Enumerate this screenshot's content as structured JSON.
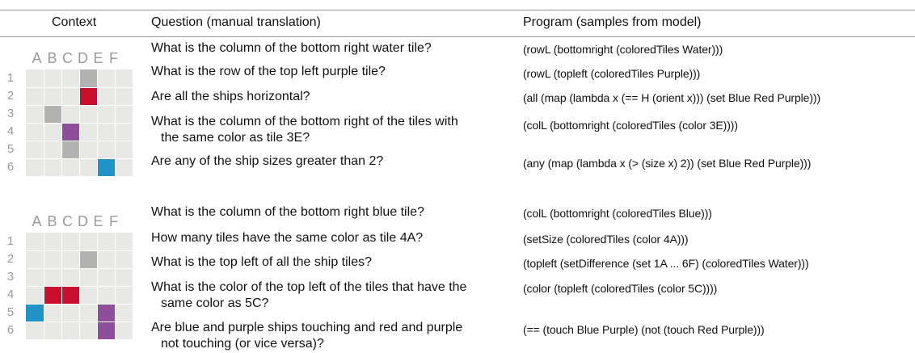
{
  "headers": {
    "context": "Context",
    "question": "Question (manual translation)",
    "program": "Program (samples from model)"
  },
  "colors": {
    "board": "#e8e8e6",
    "gray": "#b3b3b3",
    "red": "#c8102e",
    "purple": "#8e4e9a",
    "blue": "#1f92c6"
  },
  "columns": [
    "A",
    "B",
    "C",
    "D",
    "E",
    "F"
  ],
  "rows": [
    "1",
    "2",
    "3",
    "4",
    "5",
    "6"
  ],
  "boards": [
    {
      "tiles": [
        {
          "cell": "2D",
          "color": "red"
        },
        {
          "cell": "1D",
          "color": "gray"
        },
        {
          "cell": "3B",
          "color": "gray"
        },
        {
          "cell": "4C",
          "color": "purple"
        },
        {
          "cell": "5C",
          "color": "gray"
        },
        {
          "cell": "6E",
          "color": "blue"
        }
      ]
    },
    {
      "tiles": [
        {
          "cell": "2D",
          "color": "gray"
        },
        {
          "cell": "4B",
          "color": "red"
        },
        {
          "cell": "4C",
          "color": "red"
        },
        {
          "cell": "5A",
          "color": "blue"
        },
        {
          "cell": "5E",
          "color": "purple"
        },
        {
          "cell": "6E",
          "color": "purple"
        }
      ]
    }
  ],
  "sections": [
    {
      "rows": [
        {
          "question": [
            "What is the column of the bottom right water tile?"
          ],
          "program": "(rowL (bottomright (coloredTiles Water)))"
        },
        {
          "question": [
            "What is the row of the top left purple tile?"
          ],
          "program": "(rowL (topleft (coloredTiles Purple)))"
        },
        {
          "question": [
            "Are all the ships horizontal?"
          ],
          "program": "(all (map (lambda x (== H (orient x))) (set Blue Red Purple)))"
        },
        {
          "question": [
            "What is the column of the bottom right of the tiles with",
            "the same color as tile 3E?"
          ],
          "program": "(colL (bottomright (coloredTiles (color 3E))))"
        },
        {
          "question": [
            "Are any of the ship sizes greater than 2?"
          ],
          "program": "(any (map (lambda x (> (size x) 2)) (set Blue Red Purple)))"
        }
      ]
    },
    {
      "rows": [
        {
          "question": [
            "What is the column of the bottom right blue tile?"
          ],
          "program": "(colL (bottomright (coloredTiles Blue)))"
        },
        {
          "question": [
            "How many tiles have the same color as tile 4A?"
          ],
          "program": "(setSize (coloredTiles (color 4A)))"
        },
        {
          "question": [
            "What is the top left of all the ship tiles?"
          ],
          "program": "(topleft (setDifference (set 1A ... 6F) (coloredTiles Water)))"
        },
        {
          "question": [
            "What is the color of the top left of the tiles that have the",
            "same color as 5C?"
          ],
          "program": "(color (topleft (coloredTiles (color 5C))))"
        },
        {
          "question": [
            "Are blue and purple ships touching and red and purple",
            "not touching (or vice versa)?"
          ],
          "program": "(== (touch Blue Purple) (not (touch Red Purple)))"
        }
      ]
    }
  ]
}
